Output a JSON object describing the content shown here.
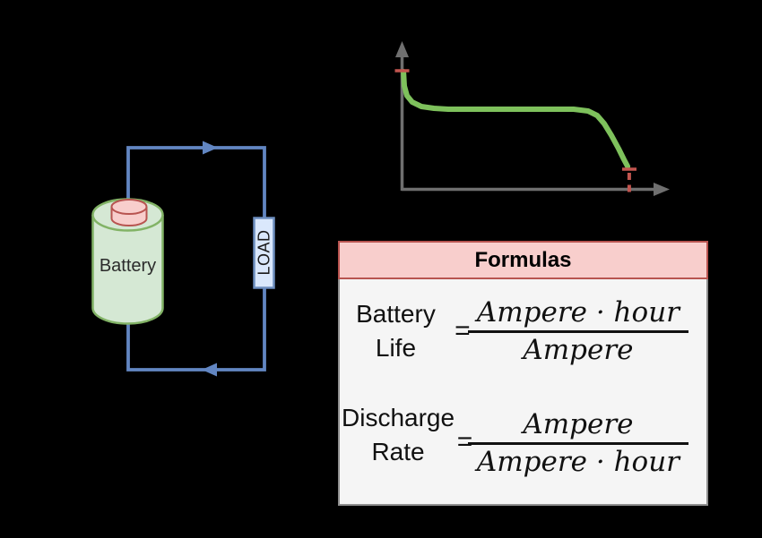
{
  "canvas": {
    "background": "#000000"
  },
  "chart_data": {
    "type": "line",
    "title": "",
    "xlabel": "",
    "ylabel": "",
    "grid": false,
    "legend": false,
    "axis_color": "#6F6F6F",
    "x_range_norm": [
      0,
      1
    ],
    "y_range_norm": [
      0,
      1
    ],
    "series": [
      {
        "name": "battery-discharge-curve",
        "color": "#7EC15C",
        "points_norm": [
          [
            0.007,
            0.801
          ],
          [
            0.01,
            0.705
          ],
          [
            0.02,
            0.639
          ],
          [
            0.04,
            0.596
          ],
          [
            0.074,
            0.566
          ],
          [
            0.121,
            0.554
          ],
          [
            0.174,
            0.548
          ],
          [
            0.409,
            0.548
          ],
          [
            0.644,
            0.548
          ],
          [
            0.698,
            0.536
          ],
          [
            0.732,
            0.506
          ],
          [
            0.758,
            0.452
          ],
          [
            0.785,
            0.373
          ],
          [
            0.812,
            0.283
          ],
          [
            0.832,
            0.211
          ],
          [
            0.846,
            0.163
          ]
        ]
      }
    ],
    "annotations": {
      "marker_color": "#C2554F",
      "start_voltage_tick_norm_y": 0.807,
      "end_time_tick_norm_x": 0.852
    }
  },
  "circuit": {
    "battery_label": "Battery",
    "load_label": "LOAD",
    "wire_color": "#6286C2",
    "battery_fill": "#D5E8D4",
    "battery_stroke": "#82B366",
    "cap_fill": "#F8CECC",
    "cap_stroke": "#B85450",
    "load_fill": "#DAE8FC",
    "load_stroke": "#6C8EBF"
  },
  "formulas": {
    "title": "Formulas",
    "header_fill": "#F8CECC",
    "header_stroke": "#B85450",
    "body_fill": "#F5F5F5",
    "body_stroke": "#8F8F8F",
    "rows": [
      {
        "label_line1": "Battery",
        "label_line2": "Life",
        "equals": "=",
        "numerator": "Ampere · hour",
        "denominator": "Ampere"
      },
      {
        "label_line1": "Discharge",
        "label_line2": "Rate",
        "equals": "=",
        "numerator": "Ampere",
        "denominator": "Ampere · hour"
      }
    ]
  }
}
